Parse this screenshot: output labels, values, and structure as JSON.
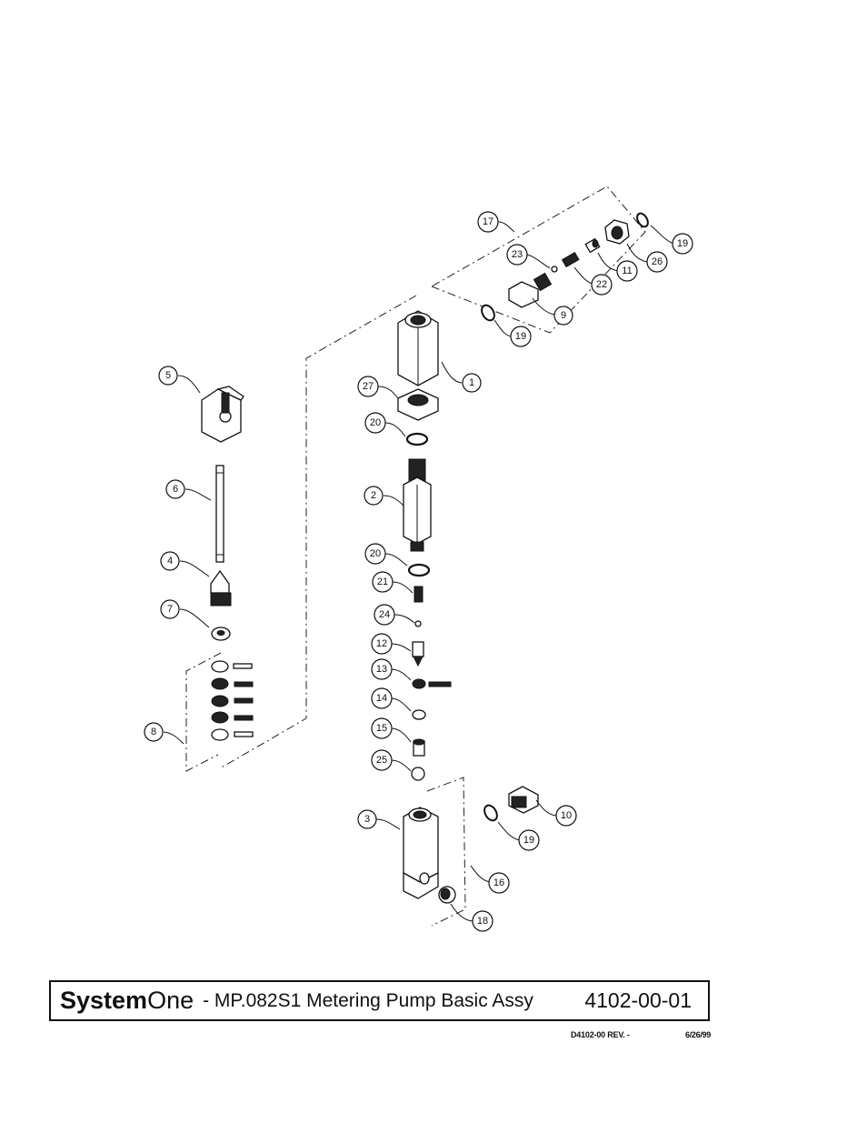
{
  "title_block": {
    "brand_bold": "System",
    "brand_light": "One",
    "title": "- MP.082S1 Metering Pump Basic Assy",
    "part_number": "4102-00-01",
    "drawing_ref": "D4102-00 REV. -",
    "drawing_date": "6/26/99"
  },
  "callouts": [
    "1",
    "2",
    "3",
    "4",
    "5",
    "6",
    "7",
    "8",
    "9",
    "10",
    "11",
    "12",
    "13",
    "14",
    "15",
    "16",
    "17",
    "18",
    "19",
    "19",
    "19",
    "20",
    "20",
    "21",
    "22",
    "23",
    "24",
    "25",
    "26",
    "27"
  ]
}
